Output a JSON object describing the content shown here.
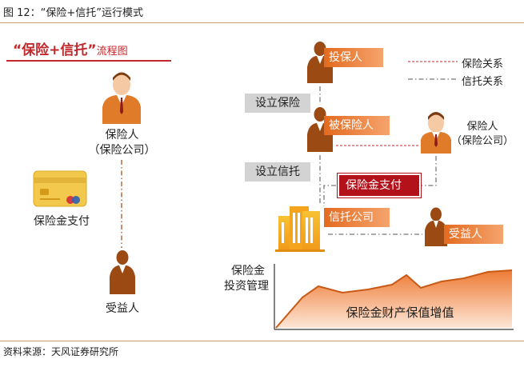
{
  "header": {
    "figure_title": "图 12：“保险+信托”运行模式",
    "source": "资料来源：天风证券研究所"
  },
  "left_panel": {
    "title_main": "“保险+信托”",
    "title_small": "流程图",
    "insurer_label_line1": "保险人",
    "insurer_label_line2": "（保险公司）",
    "payment_label": "保险金支付",
    "beneficiary_label": "受益人"
  },
  "right_panel": {
    "policyholder_tag": "投保人",
    "insured_tag": "被保险人",
    "trust_company_tag": "信托公司",
    "beneficiary_tag": "受益人",
    "setup_insurance_box": "设立保险",
    "setup_trust_box": "设立信托",
    "payment_box": "保险金支付",
    "insurer_line1": "保险人",
    "insurer_line2": "（保险公司）",
    "fund_mgmt_line1": "保险金",
    "fund_mgmt_line2": "投资管理",
    "area_label": "保险金财产保值增值"
  },
  "legend": {
    "insurance_relation": "保险关系",
    "trust_relation": "信托关系"
  },
  "colors": {
    "accent_orange": "#e36b1f",
    "dark_red": "#b4121b",
    "title_red": "#c0282c",
    "person_orange": "#e07b2a",
    "person_dark": "#9a4a12",
    "card_yellow": "#f2c94c"
  }
}
